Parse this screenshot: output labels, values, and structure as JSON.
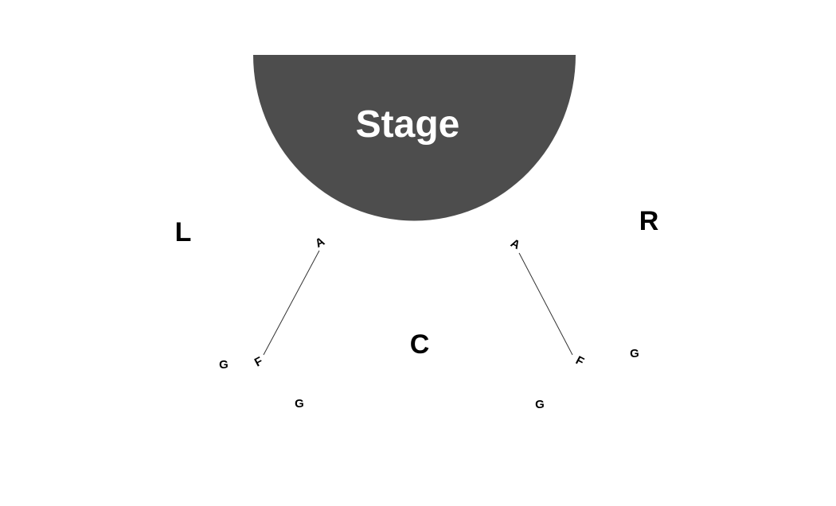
{
  "stage": {
    "label": "Stage",
    "fill_color": "#4d4d4d",
    "text_color": "#ffffff"
  },
  "sections": {
    "left": "L",
    "center": "C",
    "right": "R"
  },
  "rows": {
    "left_aisle_front": "A",
    "left_aisle_back": "F",
    "left_outer": "G",
    "left_inner": "G",
    "right_aisle_front": "A",
    "right_aisle_back": "F",
    "right_outer": "G",
    "right_inner": "G"
  }
}
